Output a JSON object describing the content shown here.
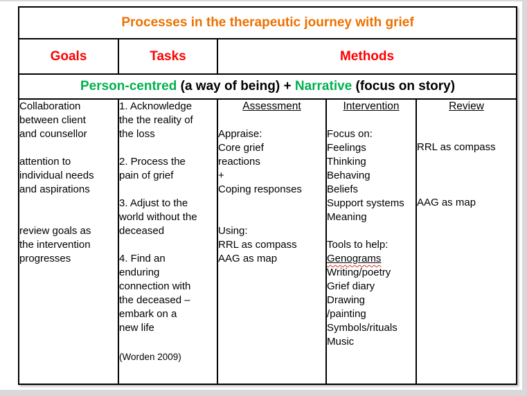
{
  "title": "Processes in the therapeutic journey with grief",
  "headers": {
    "goals": "Goals",
    "tasks": "Tasks",
    "methods": "Methods"
  },
  "approach": {
    "person_centred": "Person-centred",
    "person_centred_desc": " (a way of being) + ",
    "narrative": "Narrative",
    "narrative_desc": " (focus on story)"
  },
  "goals": {
    "body": "Collaboration\nbetween client\nand counsellor\n\nattention to\nindividual needs\nand aspirations\n\n\nreview goals as\nthe intervention\nprogresses"
  },
  "tasks": {
    "body": "1. Acknowledge\nthe the reality of\nthe loss\n\n2. Process the\npain of grief\n\n3. Adjust to the\nworld without the\ndeceased\n\n4. Find an\nenduring\nconnection with\nthe deceased –\nembark on a\nnew life",
    "citation": "(Worden 2009)"
  },
  "methods": {
    "assessment": {
      "heading": "Assessment",
      "body": "\nAppraise:\nCore grief\nreactions\n+\nCoping responses\n\n\nUsing:\nRRL as compass\nAAG as map"
    },
    "intervention": {
      "heading": "Intervention",
      "focus": "\nFocus on:\nFeelings\nThinking\nBehaving\nBeliefs\nSupport systems\nMeaning\n\nTools to help:",
      "genograms": "Genograms",
      "tools_rest": "Writing/poetry\nGrief diary\nDrawing\n/painting\nSymbols/rituals\nMusic"
    },
    "review": {
      "heading": "Review",
      "item1": "RRL as compass",
      "item2": "AAG as map"
    }
  },
  "colors": {
    "title_orange": "#ed7100",
    "header_red": "#ff0000",
    "approach_green": "#00b050",
    "border_black": "#000000",
    "surround_gray": "#d9d9d9"
  }
}
